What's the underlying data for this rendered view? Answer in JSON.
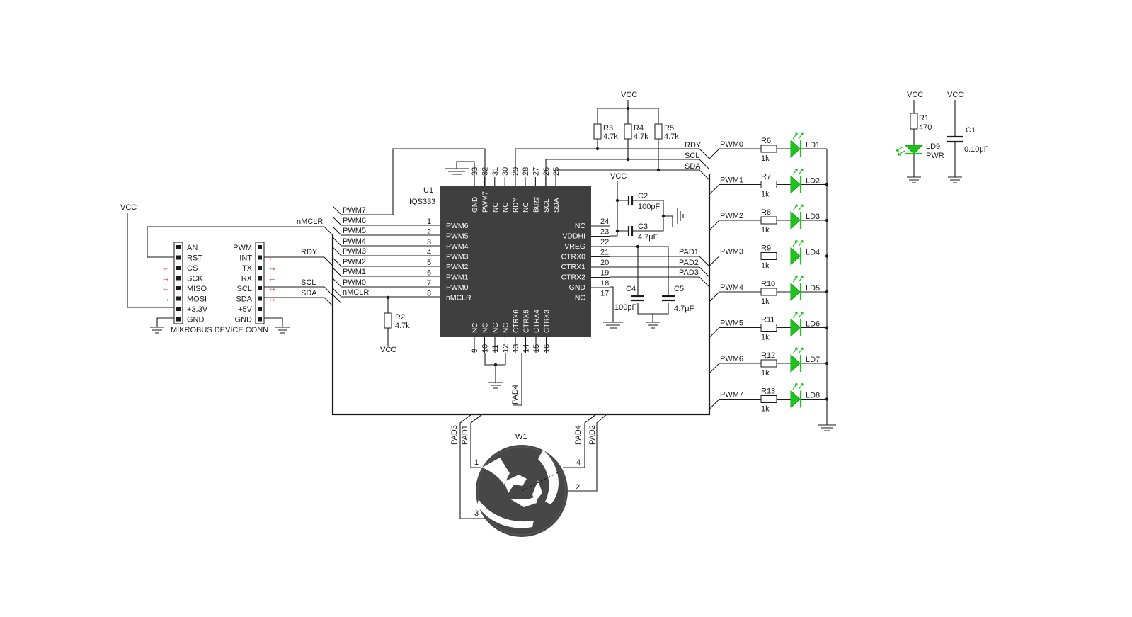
{
  "connector": {
    "title": "MIKROBUS DEVICE CONN",
    "left_pins": [
      "AN",
      "RST",
      "CS",
      "SCK",
      "MISO",
      "MOSI",
      "+3.3V",
      "GND"
    ],
    "right_pins": [
      "PWM",
      "INT",
      "TX",
      "RX",
      "SCL",
      "SDA",
      "+5V",
      "GND"
    ],
    "left_arrows": [
      "",
      "",
      "←",
      "→",
      "←",
      "→",
      "",
      ""
    ],
    "right_arrows": [
      "",
      "←",
      "→",
      "←",
      "↔",
      "↔",
      "",
      ""
    ],
    "net_vcc": "VCC",
    "net_nmclr": "nMCLR",
    "net_rdy": "RDY",
    "net_scl": "SCL",
    "net_sda": "SDA"
  },
  "bus_labels": [
    "PWM7",
    "PWM6",
    "PWM5",
    "PWM4",
    "PWM3",
    "PWM2",
    "PWM1",
    "PWM0",
    "nMCLR"
  ],
  "ic": {
    "ref": "U1",
    "part": "IQS333",
    "left_pins": [
      {
        "num": "1",
        "name": "PWM6"
      },
      {
        "num": "2",
        "name": "PWM5"
      },
      {
        "num": "3",
        "name": "PWM4"
      },
      {
        "num": "4",
        "name": "PWM3"
      },
      {
        "num": "5",
        "name": "PWM2"
      },
      {
        "num": "6",
        "name": "PWM1"
      },
      {
        "num": "7",
        "name": "PWM0"
      },
      {
        "num": "8",
        "name": "nMCLR"
      }
    ],
    "right_pins": [
      {
        "num": "24",
        "name": "NC"
      },
      {
        "num": "23",
        "name": "VDDHI"
      },
      {
        "num": "22",
        "name": "VREG"
      },
      {
        "num": "21",
        "name": "CTRX0"
      },
      {
        "num": "20",
        "name": "CTRX1"
      },
      {
        "num": "19",
        "name": "CTRX2"
      },
      {
        "num": "18",
        "name": "GND"
      },
      {
        "num": "17",
        "name": "NC"
      }
    ],
    "top_pins": [
      {
        "num": "33",
        "name": "GND"
      },
      {
        "num": "32",
        "name": "PWM7"
      },
      {
        "num": "31",
        "name": "NC"
      },
      {
        "num": "30",
        "name": "NC"
      },
      {
        "num": "29",
        "name": "RDY"
      },
      {
        "num": "28",
        "name": "NC"
      },
      {
        "num": "27",
        "name": "Buzz"
      },
      {
        "num": "26",
        "name": "SCL"
      },
      {
        "num": "25",
        "name": "SDA"
      }
    ],
    "bottom_pins": [
      {
        "num": "9",
        "name": "NC"
      },
      {
        "num": "10",
        "name": "NC"
      },
      {
        "num": "11",
        "name": "NC"
      },
      {
        "num": "12",
        "name": "NC"
      },
      {
        "num": "13",
        "name": "CTRX6"
      },
      {
        "num": "14",
        "name": "CTRX5"
      },
      {
        "num": "15",
        "name": "CTRX4"
      },
      {
        "num": "16",
        "name": "CTRX3"
      }
    ]
  },
  "pullups": {
    "vcc": "VCC",
    "items": [
      {
        "ref": "R3",
        "value": "4.7k"
      },
      {
        "ref": "R4",
        "value": "4.7k"
      },
      {
        "ref": "R5",
        "value": "4.7k"
      }
    ],
    "nets": [
      "RDY",
      "SCL",
      "SDA"
    ]
  },
  "r2": {
    "ref": "R2",
    "value": "4.7k",
    "vcc": "VCC"
  },
  "caps": {
    "vcc": "VCC",
    "c2": {
      "ref": "C2",
      "value": "100pF"
    },
    "c3": {
      "ref": "C3",
      "value": "4.7μF"
    },
    "c4": {
      "ref": "C4",
      "value": "100pF"
    },
    "c5": {
      "ref": "C5",
      "value": "4.7μF"
    }
  },
  "pad_nets": [
    "PAD1",
    "PAD2",
    "PAD3"
  ],
  "pad4": "PAD4",
  "leds": [
    {
      "net": "PWM0",
      "r": "R6",
      "rv": "1k",
      "led": "LD1"
    },
    {
      "net": "PWM1",
      "r": "R7",
      "rv": "1k",
      "led": "LD2"
    },
    {
      "net": "PWM2",
      "r": "R8",
      "rv": "1k",
      "led": "LD3"
    },
    {
      "net": "PWM3",
      "r": "R9",
      "rv": "1k",
      "led": "LD4"
    },
    {
      "net": "PWM4",
      "r": "R10",
      "rv": "1k",
      "led": "LD5"
    },
    {
      "net": "PWM5",
      "r": "R11",
      "rv": "1k",
      "led": "LD6"
    },
    {
      "net": "PWM6",
      "r": "R12",
      "rv": "1k",
      "led": "LD7"
    },
    {
      "net": "PWM7",
      "r": "R13",
      "rv": "1k",
      "led": "LD8"
    }
  ],
  "power": {
    "vcc1": "VCC",
    "vcc2": "VCC",
    "r1": {
      "ref": "R1",
      "value": "470"
    },
    "ld9": {
      "ref": "LD9",
      "value": "PWR"
    },
    "c1": {
      "ref": "C1",
      "value": "0.10μF"
    }
  },
  "wheel": {
    "ref": "W1",
    "pad_labels": [
      "PAD3",
      "PAD1",
      "PAD4",
      "PAD2"
    ],
    "pin_numbers": [
      "1",
      "4",
      "2",
      "3"
    ]
  },
  "colors": {
    "led_green": "#1ec31e",
    "chip_body": "#3f3f3f",
    "arrow_red": "#e23030"
  }
}
